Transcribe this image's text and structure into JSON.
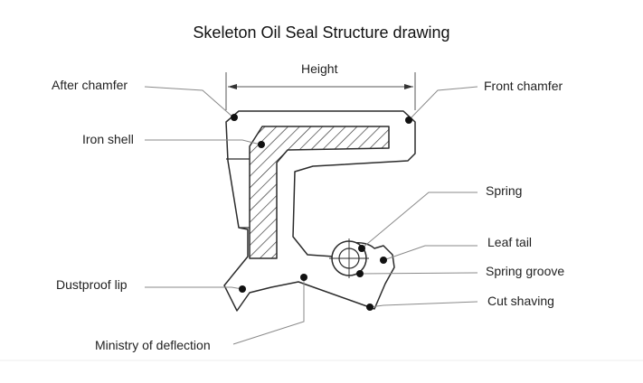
{
  "title": "Skeleton Oil Seal Structure drawing",
  "dimension": {
    "label": "Height"
  },
  "labels": {
    "after_chamfer": "After chamfer",
    "front_chamfer": "Front chamfer",
    "iron_shell": "Iron shell",
    "spring": "Spring",
    "leaf_tail": "Leaf tail",
    "spring_groove": "Spring groove",
    "cut_shaving": "Cut shaving",
    "dustproof_lip": "Dustproof lip",
    "ministry_of_deflection": "Ministry of deflection"
  },
  "colors": {
    "line": "#2b2b2b",
    "leader": "#8a8a8a",
    "dot": "#111111",
    "text": "#222222"
  }
}
